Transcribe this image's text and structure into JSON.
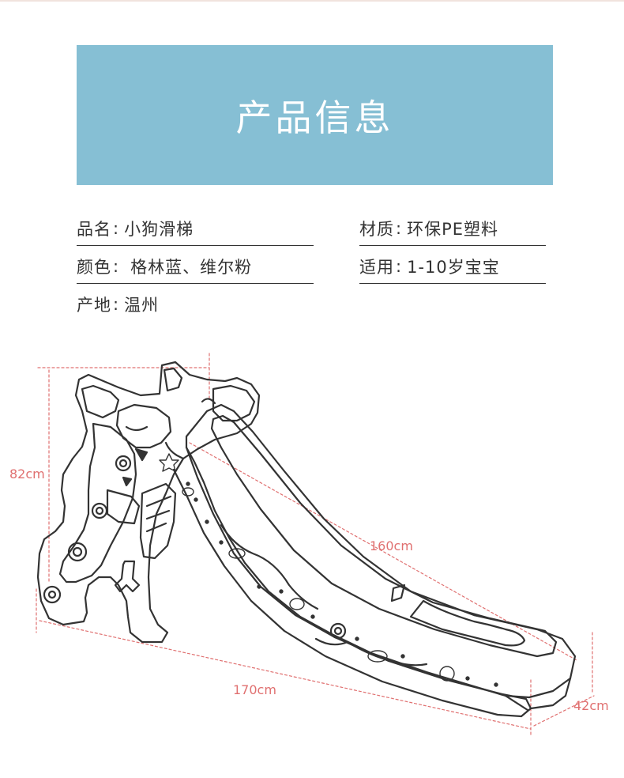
{
  "banner": {
    "title": "产品信息"
  },
  "specs": {
    "name": {
      "label": "品名",
      "value": "小狗滑梯"
    },
    "material": {
      "label": "材质",
      "value": "环保PE塑料"
    },
    "color": {
      "label": "颜色",
      "value": "格林蓝、维尔粉"
    },
    "suitable": {
      "label": "适用",
      "value": "1-10岁宝宝"
    },
    "origin": {
      "label": "产地",
      "value": "温州"
    }
  },
  "dimensions": {
    "height": "82cm",
    "slide_length": "160cm",
    "total_length": "170cm",
    "width": "42cm"
  },
  "colors": {
    "banner": "#86bfd4",
    "dimension": "#e07070",
    "line": "#333333"
  }
}
